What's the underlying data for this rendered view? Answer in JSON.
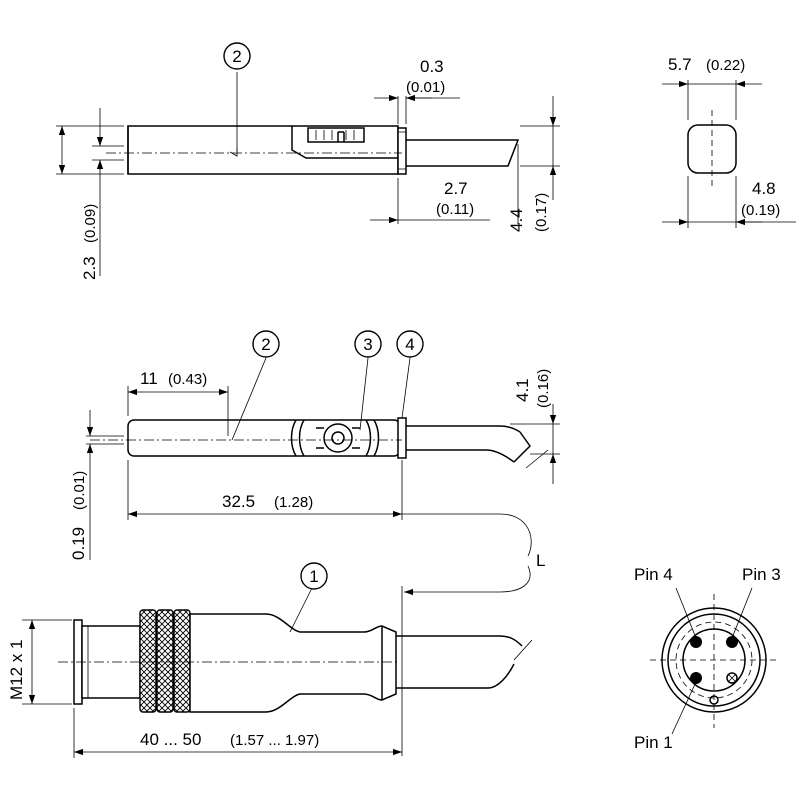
{
  "callouts": {
    "c1": "1",
    "c2": "2",
    "c3": "3",
    "c4": "4"
  },
  "dims": {
    "d0_3": {
      "mm": "0.3",
      "inch": "(0.01)"
    },
    "d2_7": {
      "mm": "2.7",
      "inch": "(0.11)"
    },
    "d4_4": {
      "mm": "4.4",
      "inch": "(0.17)"
    },
    "d2_3": {
      "mm": "2.3",
      "inch": "(0.09)"
    },
    "d5_7": {
      "mm": "5.7",
      "inch": "(0.22)"
    },
    "d4_8": {
      "mm": "4.8",
      "inch": "(0.19)"
    },
    "d11": {
      "mm": "11",
      "inch": "(0.43)"
    },
    "d4_1": {
      "mm": "4.1",
      "inch": "(0.16)"
    },
    "d0_19": {
      "mm": "0.19",
      "inch": "(0.01)"
    },
    "d32_5": {
      "mm": "32.5",
      "inch": "(1.28)"
    },
    "cable_length": "L",
    "thread": "M12 x 1",
    "d40_50": {
      "mm": "40 ... 50",
      "inch": "(1.57 ... 1.97)"
    }
  },
  "pins": {
    "pin4": "Pin 4",
    "pin3": "Pin 3",
    "pin1": "Pin 1"
  }
}
